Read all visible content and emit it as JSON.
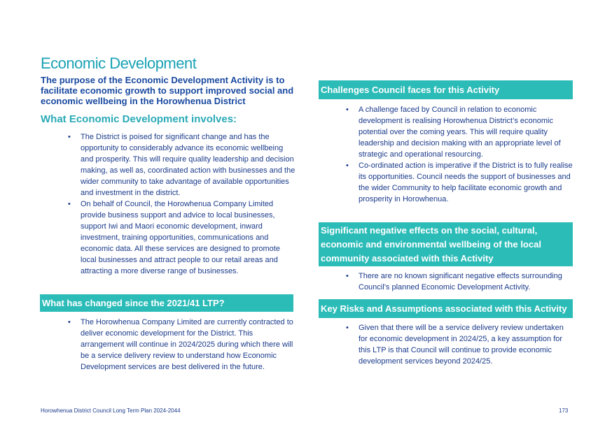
{
  "title": "Economic Development",
  "purpose": "The purpose of the Economic Development Activity is to facilitate economic growth to support improved social and economic wellbeing in the Horowhenua District",
  "involves_heading": "What Economic Development involves:",
  "involves_items": [
    "The District is poised for significant change and has the opportunity to considerably advance its economic wellbeing and prosperity. This will require quality leadership and decision making, as well as, coordinated action with businesses and the wider community to take advantage of available opportunities and investment in the district.",
    "On behalf of Council, the Horowhenua Company Limited provide business support and advice to local businesses, support Iwi and Maori economic development, inward investment, training opportunities, communications and economic data.  All these services are designed to promote local businesses and attract people to our retail areas and attracting a more diverse range of businesses."
  ],
  "changed_heading": "What has changed since the 2021/41 LTP?",
  "changed_items": [
    "The Horowhenua Company Limited are currently contracted to deliver economic development for the District. This arrangement will continue in 2024/2025 during which there will be a service delivery review to understand how Economic Development services are best delivered in the future."
  ],
  "challenges_heading": "Challenges Council faces for this Activity",
  "challenges_items": [
    "A challenge faced by Council in relation to economic development is realising Horowhenua District’s economic potential over the coming years. This will require quality leadership and decision making with an appropriate level of strategic and operational resourcing.",
    "Co-ordinated action is imperative if the District is to fully realise its opportunities. Council needs the support of businesses and the wider Community to help facilitate economic growth and prosperity in Horowhenua."
  ],
  "negative_heading": "Significant negative effects on the social, cultural, economic and environmental wellbeing of the local community associated with this Activity",
  "negative_items": [
    "There are no known significant negative effects surrounding Council’s planned Economic Development Activity."
  ],
  "risks_heading": "Key Risks and Assumptions associated with this Activity",
  "risks_items": [
    "Given that there will be a service delivery review undertaken for economic development in 2024/25, a key assumption for this LTP is that Council will continue to provide economic development services beyond 2024/25."
  ],
  "footer_left": "Horowhenua District Council Long Term Plan 2024-2044",
  "footer_right": "173",
  "colors": {
    "title": "#1aa2b4",
    "purpose": "#1a4aa0",
    "bar": "#2cbcb8",
    "body_text": "#1a3a8a"
  }
}
